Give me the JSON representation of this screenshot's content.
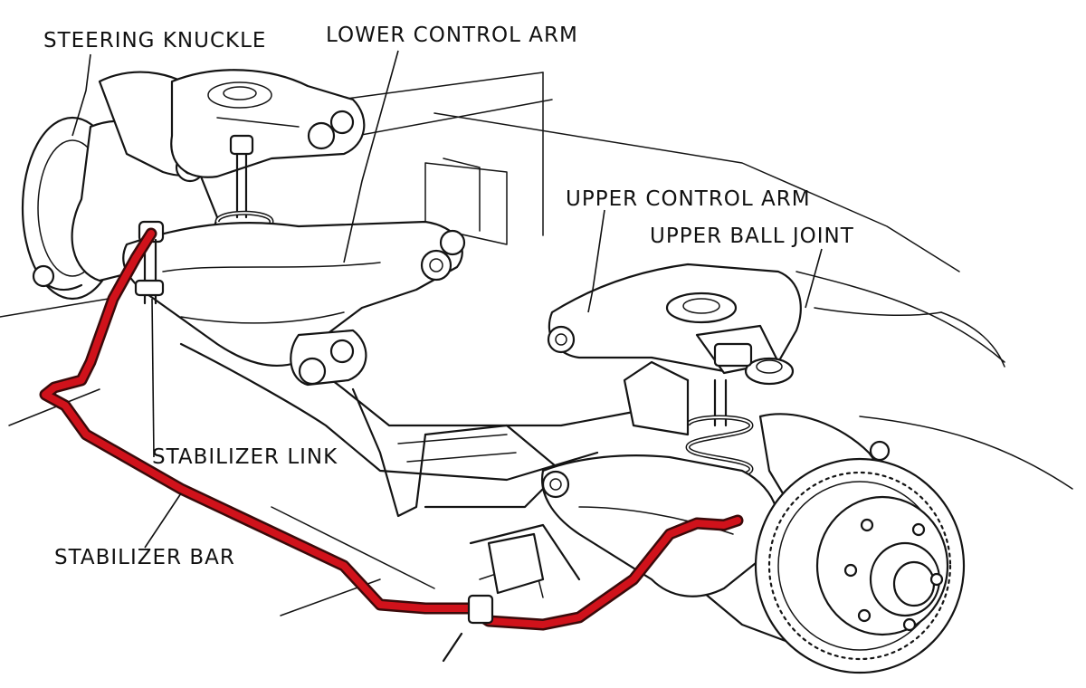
{
  "labels": {
    "steering_knuckle": "STEERING KNUCKLE",
    "lower_control_arm": "LOWER CONTROL ARM",
    "upper_control_arm": "UPPER CONTROL ARM",
    "upper_ball_joint": "UPPER BALL JOINT",
    "stabilizer_link": "STABILIZER LINK",
    "stabilizer_bar": "STABILIZER BAR"
  },
  "colors": {
    "stabilizer_bar": "#d0121b",
    "line_art": "#141414",
    "background": "#ffffff"
  }
}
